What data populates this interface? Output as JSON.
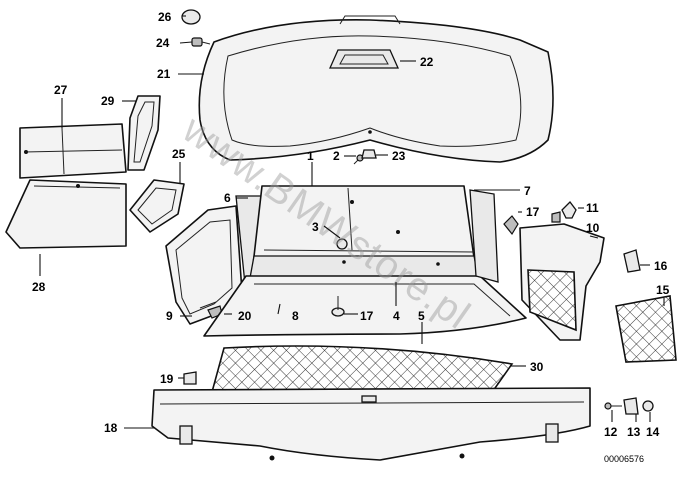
{
  "diagram": {
    "callouts": {
      "c1": "1",
      "c2": "2",
      "c3": "3",
      "c5": "5",
      "c4": "4",
      "c6": "6",
      "c7": "7",
      "c8": "8",
      "c9": "9",
      "c10": "10",
      "c11": "11",
      "c12": "12",
      "c13": "13",
      "c14": "14",
      "c15": "15",
      "c16": "16",
      "c17a": "17",
      "c17b": "17",
      "c18": "18",
      "c19": "19",
      "c20": "20",
      "c21": "21",
      "c22": "22",
      "c23": "23",
      "c24": "24",
      "c25": "25",
      "c26": "26",
      "c27": "27",
      "c28": "28",
      "c29": "29",
      "c30": "30"
    },
    "watermark": "www.BMWstore.pl",
    "document_number": "00006576"
  }
}
